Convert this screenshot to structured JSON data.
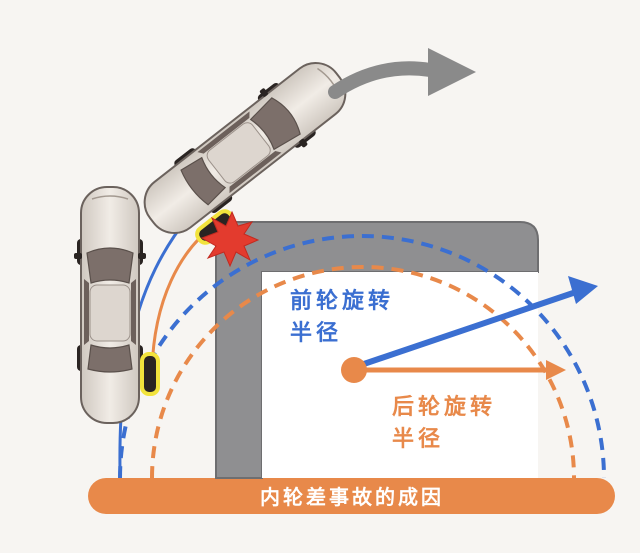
{
  "labels": {
    "front_radius_line1": "前轮旋转",
    "front_radius_line2": "半径",
    "rear_radius_line1": "后轮旋转",
    "rear_radius_line2": "半径",
    "banner": "内轮差事故的成因"
  },
  "colors": {
    "front_radius": "#3b6fd1",
    "rear_radius": "#e8894a",
    "banner": "#e8894a",
    "building": "#8f8f91",
    "collision": "#e33b2e",
    "car_body": "#e3ddd6",
    "car_glass": "#7c6f6a",
    "wheel_highlight": "#f2e33c",
    "turn_arrow": "#8a8a8a"
  },
  "icons": [
    "collision-burst-icon",
    "turn-arrow-icon",
    "car-icon"
  ]
}
